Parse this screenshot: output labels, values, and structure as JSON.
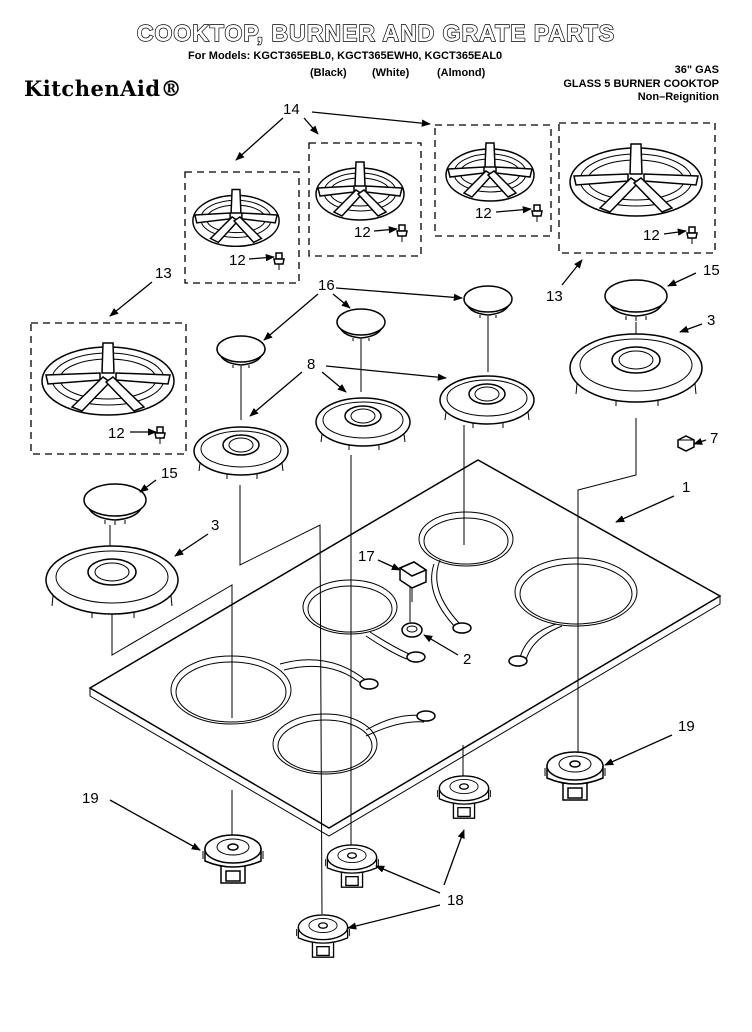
{
  "header": {
    "title": "COOKTOP, BURNER AND GRATE PARTS",
    "models": "For Models: KGCT365EBL0, KGCT365EWH0, KGCT365EAL0",
    "finish_black": "(Black)",
    "finish_white": "(White)",
    "finish_almond": "(Almond)",
    "brand": "KitchenAid®",
    "spec_line1": "36\" GAS",
    "spec_line2": "GLASS 5 BURNER COOKTOP",
    "spec_line3": "Non–Reignition"
  },
  "callouts": {
    "c1": "1",
    "c2": "2",
    "c3": "3",
    "c7": "7",
    "c8": "8",
    "c12": "12",
    "c13": "13",
    "c14": "14",
    "c15": "15",
    "c16": "16",
    "c17": "17",
    "c18": "18",
    "c19": "19"
  },
  "colors": {
    "ink": "#000000",
    "paper": "#ffffff"
  }
}
